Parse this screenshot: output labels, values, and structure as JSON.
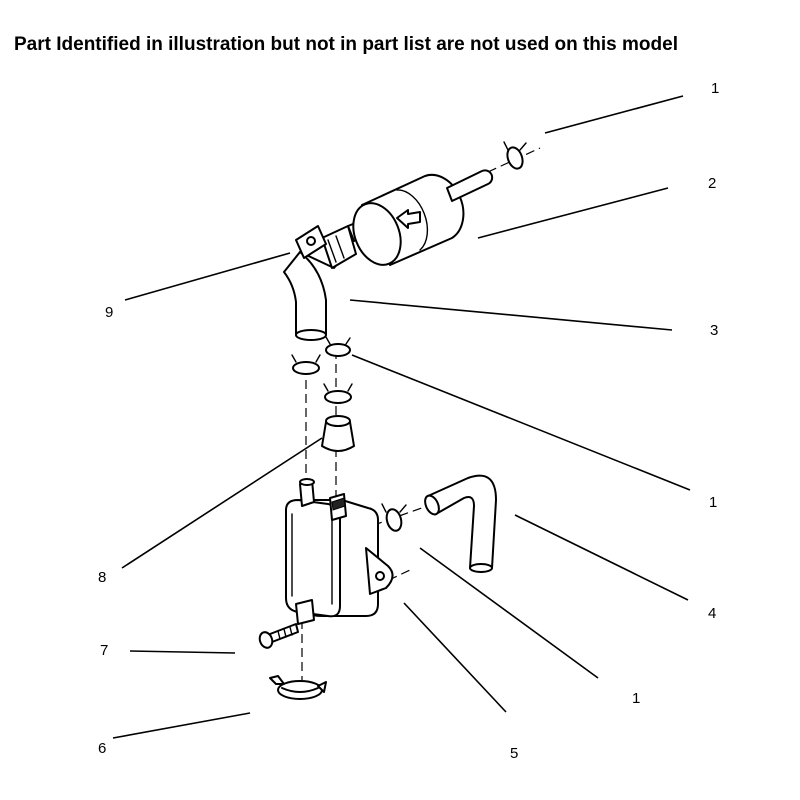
{
  "header": {
    "text": "Part Identified in illustration but not in part list are not used on this model"
  },
  "callouts": [
    {
      "id": "c1a",
      "label": "1"
    },
    {
      "id": "c2",
      "label": "2"
    },
    {
      "id": "c9",
      "label": "9"
    },
    {
      "id": "c3",
      "label": "3"
    },
    {
      "id": "c1b",
      "label": "1"
    },
    {
      "id": "c8",
      "label": "8"
    },
    {
      "id": "c4",
      "label": "4"
    },
    {
      "id": "c7",
      "label": "7"
    },
    {
      "id": "c1c",
      "label": "1"
    },
    {
      "id": "c6",
      "label": "6"
    },
    {
      "id": "c5",
      "label": "5"
    }
  ]
}
